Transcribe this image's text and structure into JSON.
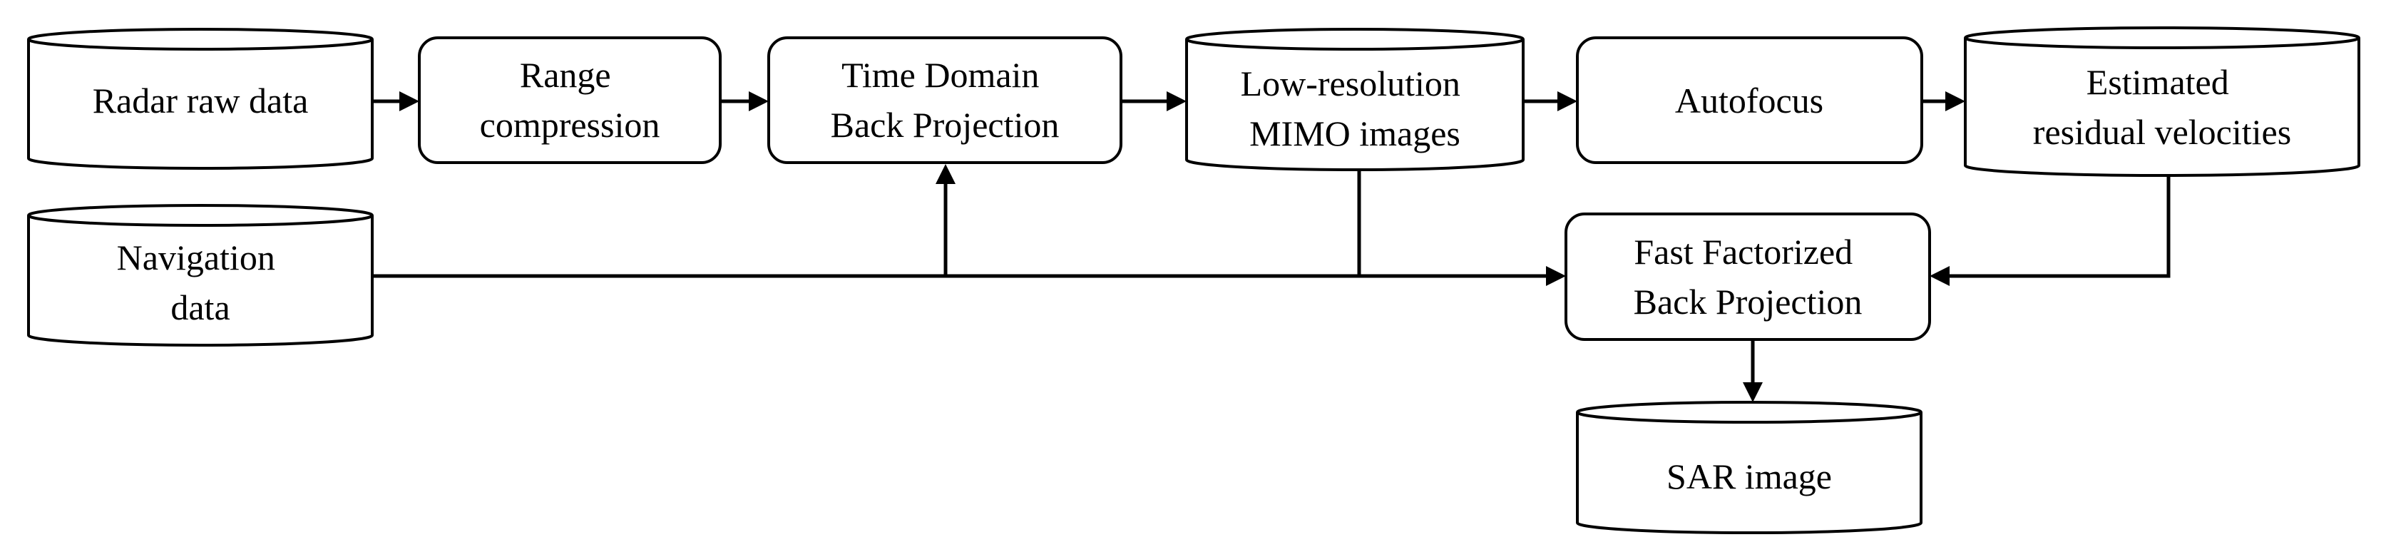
{
  "nodes": {
    "radar_raw": {
      "lines": [
        "Radar raw data"
      ]
    },
    "range_comp": {
      "lines": [
        "Range",
        "compression"
      ]
    },
    "tdbp": {
      "lines": [
        "Time Domain",
        "Back Projection"
      ]
    },
    "lowres": {
      "lines": [
        "Low-resolution",
        "MIMO images"
      ]
    },
    "autofocus": {
      "lines": [
        "Autofocus"
      ]
    },
    "est_vel": {
      "lines": [
        "Estimated",
        "residual velocities"
      ]
    },
    "navigation": {
      "lines": [
        "Navigation",
        "data"
      ]
    },
    "ffbp": {
      "lines": [
        "Fast Factorized",
        "Back Projection"
      ]
    },
    "sar": {
      "lines": [
        "SAR image"
      ]
    }
  }
}
